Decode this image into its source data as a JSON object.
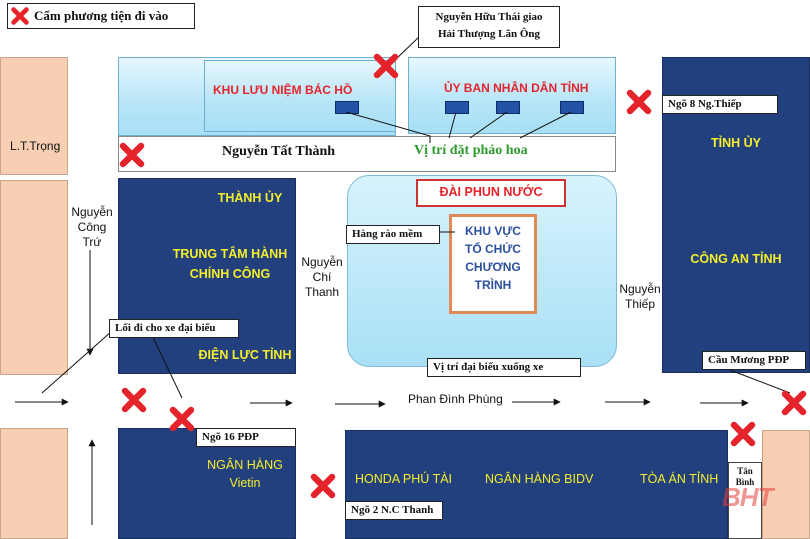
{
  "legend": {
    "label": "Cấm phương tiện đi vào",
    "icon": "red-x-icon"
  },
  "colors": {
    "building": "#22407e",
    "plaza": "#b9e6f8",
    "surrounding": "#f8cfb2",
    "prohibited": "#e5232a",
    "title_yellow": "#f4ef2a",
    "firework_green": "#2e9a2e"
  },
  "streets": {
    "ly_tu_trong": "L.T.Trọng",
    "nguyen_tat_thanh": "Nguyễn Tất Thành",
    "nguyen_cong_tru": [
      "Nguyễn",
      "Công",
      "Trứ"
    ],
    "nguyen_chi_thanh": [
      "Nguyễn",
      "Chí",
      "Thanh"
    ],
    "nguyen_thiep": [
      "Nguyễn",
      "Thiếp"
    ],
    "phan_dinh_phung": "Phan Đình Phùng"
  },
  "places": {
    "khu_luu_niem": "KHU LƯU NIỆM BÁC HỒ",
    "ubnd": "ỦY BAN NHÂN DÂN TỈNH",
    "tinh_uy": "TỈNH ỦY",
    "cong_an": "CÔNG AN TỈNH",
    "thanh_uy": "THÀNH ỦY",
    "trung_tam": [
      "TRUNG TÂM HÀNH",
      "CHÍNH CÔNG"
    ],
    "dien_luc": "ĐIỆN LỰC TỈNH",
    "vietin": [
      "NGÂN HÀNG",
      "Vietin"
    ],
    "honda": "HONDA PHÚ TÀI",
    "bidv": "NGÂN HÀNG  BIDV",
    "toa_an": "TÒA ÁN TỈNH",
    "dai_phun_nuoc": "ĐÀI PHUN NƯỚC",
    "khu_vuc": [
      "KHU VỰC",
      "TỔ CHỨC",
      "CHƯƠNG",
      "TRÌNH"
    ],
    "tan_binh": [
      "Tân",
      "Bình"
    ]
  },
  "annotations": {
    "giao_hai_thuong": [
      "Nguyễn Hữu Thái giao",
      "Hải Thượng  Lãn Ông"
    ],
    "ngo_8": "Ngõ 8 Ng.Thiếp",
    "phao_hoa": "Vị trí đặt pháo hoa",
    "hang_rao": "Hàng rào mềm",
    "loi_di": "Lối đi cho xe đại biểu",
    "ngo_16": "Ngõ 16 PĐP",
    "ngo_2": "Ngõ 2 N.C Thanh",
    "cau_muong": "Cầu Mương PĐP",
    "vi_tri_dai_bieu": "Vị trí đại biểu xuống xe"
  },
  "watermark": "BHT"
}
